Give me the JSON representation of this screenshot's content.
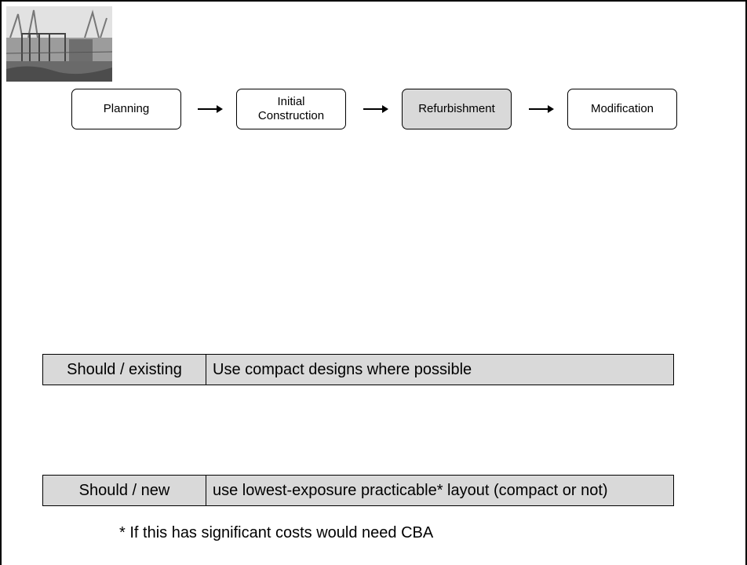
{
  "photo": {
    "icon": "substation-photo"
  },
  "stages": [
    {
      "label": "Planning",
      "active": false
    },
    {
      "label": "Initial\nConstruction",
      "active": false
    },
    {
      "label": "Refurbishment",
      "active": true
    },
    {
      "label": "Modification",
      "active": false
    }
  ],
  "requirements": [
    {
      "category": "Should / existing",
      "text": "Use compact designs where possible"
    },
    {
      "category": "Should / new",
      "text": "use lowest-exposure practicable* layout (compact or not)"
    }
  ],
  "footnote": "* If this has significant costs would need CBA",
  "colors": {
    "active_stage": "#d9d9d9",
    "table_fill": "#d9d9d9",
    "border": "#000000"
  }
}
